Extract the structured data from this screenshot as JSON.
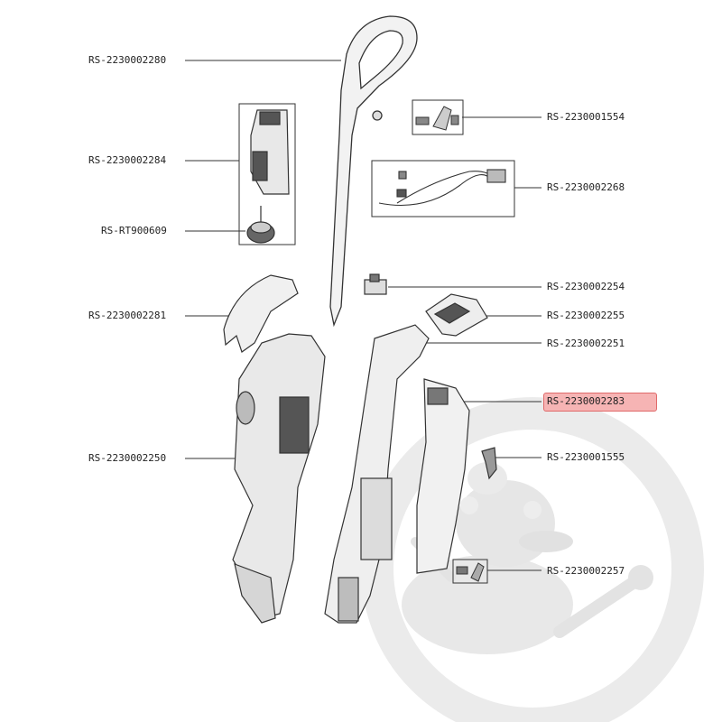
{
  "diagram": {
    "parts": [
      {
        "ref": "RS-2230002280"
      },
      {
        "ref": "RS-2230002284"
      },
      {
        "ref": "RS-RT900609"
      },
      {
        "ref": "RS-2230002281"
      },
      {
        "ref": "RS-2230002250"
      },
      {
        "ref": "RS-2230001554"
      },
      {
        "ref": "RS-2230002268"
      },
      {
        "ref": "RS-2230002254"
      },
      {
        "ref": "RS-2230002255"
      },
      {
        "ref": "RS-2230002251"
      },
      {
        "ref": "RS-2230002283",
        "highlighted": true
      },
      {
        "ref": "RS-2230001555"
      },
      {
        "ref": "RS-2230002257"
      }
    ],
    "highlight_color": "#f6b4b4",
    "watermark": "duck mascot with wrench inside a grey ring"
  }
}
